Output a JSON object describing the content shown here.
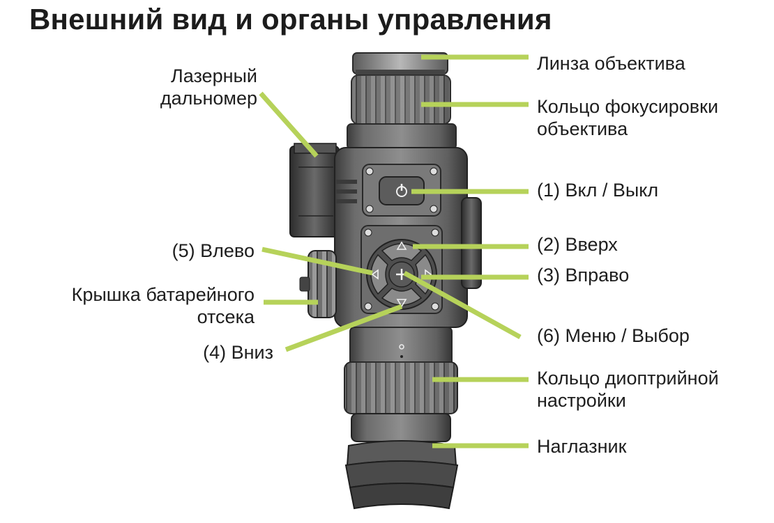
{
  "title": "Внешний вид и органы управления",
  "colors": {
    "leader": "#b6d25a",
    "body_dark": "#4a4a4a",
    "body_light": "#8a8a8a"
  },
  "labels": {
    "lens": "Линза объектива",
    "focus_ring_1": "Кольцо фокусировки",
    "focus_ring_2": "объектива",
    "power": "(1) Вкл / Выкл",
    "up": "(2) Вверх",
    "right": "(3) Вправо",
    "menu": "(6) Меню / Выбор",
    "diopter_1": "Кольцо диоптрийной",
    "diopter_2": "настройки",
    "eyecup": "Наглазник",
    "rangefinder_1": "Лазерный",
    "rangefinder_2": "дальномер",
    "left": "(5) Влево",
    "battery_1": "Крышка батарейного",
    "battery_2": "отсека",
    "down": "(4) Вниз"
  },
  "icons": [
    "power-icon",
    "up-arrow-icon",
    "right-arrow-icon",
    "down-arrow-icon",
    "left-arrow-icon",
    "plus-icon"
  ]
}
